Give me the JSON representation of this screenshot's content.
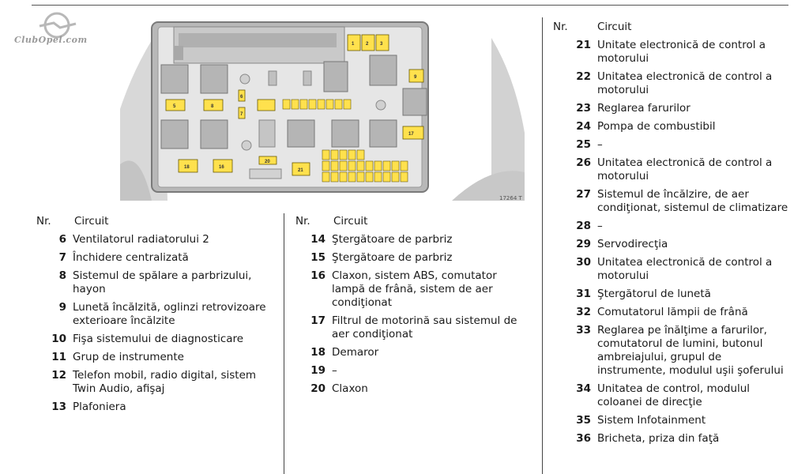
{
  "header_logo_text": "ClubOpel.com",
  "diagram": {
    "image_code": "17264 T",
    "fuse_labels": [
      "1",
      "2",
      "3",
      "9",
      "5",
      "8",
      "6",
      "7",
      "17",
      "18",
      "16",
      "20",
      "21"
    ]
  },
  "columns": [
    {
      "head_nr": "Nr.",
      "head_circuit": "Circuit",
      "rows": [
        {
          "num": "6",
          "text": "Ventilatorul radiatorului 2"
        },
        {
          "num": "7",
          "text": "Închidere centralizată"
        },
        {
          "num": "8",
          "text": "Sistemul de spălare a parbrizului, hayon"
        },
        {
          "num": "9",
          "text": "Lunetă încălzită, oglinzi retrovizoare exterioare încălzite"
        },
        {
          "num": "10",
          "text": "Fişa sistemului de diagnosticare"
        },
        {
          "num": "11",
          "text": "Grup de instrumente"
        },
        {
          "num": "12",
          "text": "Telefon mobil, radio digital, sistem Twin Audio, afişaj"
        },
        {
          "num": "13",
          "text": "Plafoniera"
        }
      ]
    },
    {
      "head_nr": "Nr.",
      "head_circuit": "Circuit",
      "rows": [
        {
          "num": "14",
          "text": "Ştergătoare de parbriz"
        },
        {
          "num": "15",
          "text": "Ştergătoare de parbriz"
        },
        {
          "num": "16",
          "text": "Claxon, sistem ABS, comutator lampă de frână, sistem de aer condiţionat"
        },
        {
          "num": "17",
          "text": "Filtrul de motorină sau sistemul de aer condiţionat"
        },
        {
          "num": "18",
          "text": "Demaror"
        },
        {
          "num": "19",
          "text": "–"
        },
        {
          "num": "20",
          "text": "Claxon"
        }
      ]
    },
    {
      "head_nr": "Nr.",
      "head_circuit": "Circuit",
      "rows": [
        {
          "num": "21",
          "text": "Unitate electronică de control a motorului"
        },
        {
          "num": "22",
          "text": "Unitatea electronică de control a motorului"
        },
        {
          "num": "23",
          "text": "Reglarea farurilor"
        },
        {
          "num": "24",
          "text": "Pompa de combustibil"
        },
        {
          "num": "25",
          "text": "–"
        },
        {
          "num": "26",
          "text": "Unitatea electronică de control a motorului"
        },
        {
          "num": "27",
          "text": "Sistemul de încălzire, de aer condiţionat, sistemul de climatizare"
        },
        {
          "num": "28",
          "text": "–"
        },
        {
          "num": "29",
          "text": "Servodirecţia"
        },
        {
          "num": "30",
          "text": "Unitatea electronică de control a motorului"
        },
        {
          "num": "31",
          "text": "Ştergătorul de lunetă"
        },
        {
          "num": "32",
          "text": "Comutatorul lămpii de frână"
        },
        {
          "num": "33",
          "text": "Reglarea pe înălţime a farurilor, comutatorul de lumini, butonul ambreiajului, grupul de instrumente, modulul uşii şoferului"
        },
        {
          "num": "34",
          "text": "Unitatea de control, modulul coloanei de direcţie"
        },
        {
          "num": "35",
          "text": "Sistem Infotainment"
        },
        {
          "num": "36",
          "text": "Bricheta, priza din faţă"
        }
      ]
    }
  ]
}
